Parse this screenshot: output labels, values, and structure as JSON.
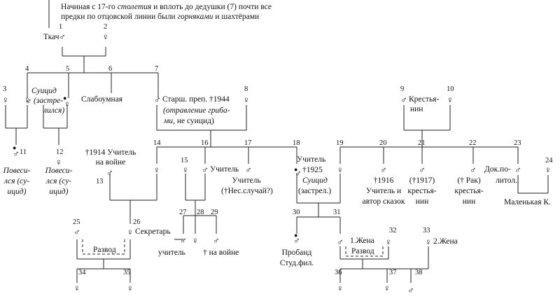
{
  "intro": {
    "text_before": "Начиная с 17-го ",
    "text_it1": "столетия",
    "text_mid": " и вплоть до дедушки (7) почти все",
    "line2_before": "предки по отцовской линии были ",
    "line2_it": "горняками",
    "line2_after": " и шахтёрами"
  },
  "symbols": {
    "male": "♂",
    "female": "♀",
    "dead_male": "●",
    "dead_female": "●"
  },
  "persons": {
    "p1": {
      "num": "1",
      "label": "Ткач"
    },
    "p2": {
      "num": "2"
    },
    "p3": {
      "num": "3"
    },
    "p4": {
      "num": "4"
    },
    "p5": {
      "num": "5",
      "label_it1": "Суицид",
      "label2": "(застре-",
      "label3": "лился)"
    },
    "p6": {
      "num": "6",
      "label": "Слабоумная"
    },
    "p7": {
      "num": "7",
      "label1": "Старш. преп. †1944",
      "label2_it": "(отравление гриба-",
      "label3_it": "ми,",
      "label3": " не суицид)"
    },
    "p8": {
      "num": "8"
    },
    "p9": {
      "num": "9",
      "label1": "Крестья-",
      "label2": "нин"
    },
    "p10": {
      "num": "10"
    },
    "p11": {
      "num": "11",
      "label1": "Повеси-",
      "label2": "лся (су-",
      "label3": "ицид)"
    },
    "p12": {
      "num": "12",
      "label1": "Повеси-",
      "label2": "лся (су-",
      "label3": "ицид)"
    },
    "p13": {
      "num": "13",
      "label1": "†1914 Учитель",
      "label2": "на войне"
    },
    "p14": {
      "num": "14"
    },
    "p15": {
      "num": "15"
    },
    "p16": {
      "num": "16",
      "label1": "Учитель"
    },
    "p17": {
      "num": "17",
      "label1": "Учитель",
      "label2": "(†Нес.случай?)"
    },
    "p18": {
      "num": "18",
      "label1": "Учитель",
      "label2": "†1925",
      "label3_it": "Суицид",
      "label4": "(застрел.)"
    },
    "p19": {
      "num": "19"
    },
    "p20": {
      "num": "20",
      "label1": "†1916",
      "label2": "Учитель и",
      "label3": "автор сказок"
    },
    "p21": {
      "num": "21",
      "label1": "(†1917)",
      "label2": "крестья-",
      "label3": "нин"
    },
    "p22": {
      "num": "22",
      "label1": "(† Рак)",
      "label2": "крестья-",
      "label3": "нин"
    },
    "p23": {
      "num": "23",
      "label1": "Док.по-",
      "label2": "литол."
    },
    "p24": {
      "num": "24",
      "label": "Маленькая К."
    },
    "p25": {
      "num": "25"
    },
    "p26": {
      "num": "26",
      "label": "Секретарь"
    },
    "p27": {
      "num": "27",
      "label": "учитель"
    },
    "p28": {
      "num": "28"
    },
    "p29": {
      "num": "29",
      "label": "† на войне"
    },
    "p30": {
      "num": "30",
      "label1": "Пробанд",
      "label2": "Студ.фил."
    },
    "p31": {
      "num": "31"
    },
    "p32": {
      "num": "32",
      "label": "1.Жена"
    },
    "p33": {
      "num": "33",
      "label": "2.Жена"
    },
    "p34": {
      "num": "34"
    },
    "p35": {
      "num": "35"
    },
    "p36": {
      "num": "36"
    },
    "p37": {
      "num": "37"
    },
    "p38": {
      "num": "38"
    }
  },
  "divorce": "Развод"
}
